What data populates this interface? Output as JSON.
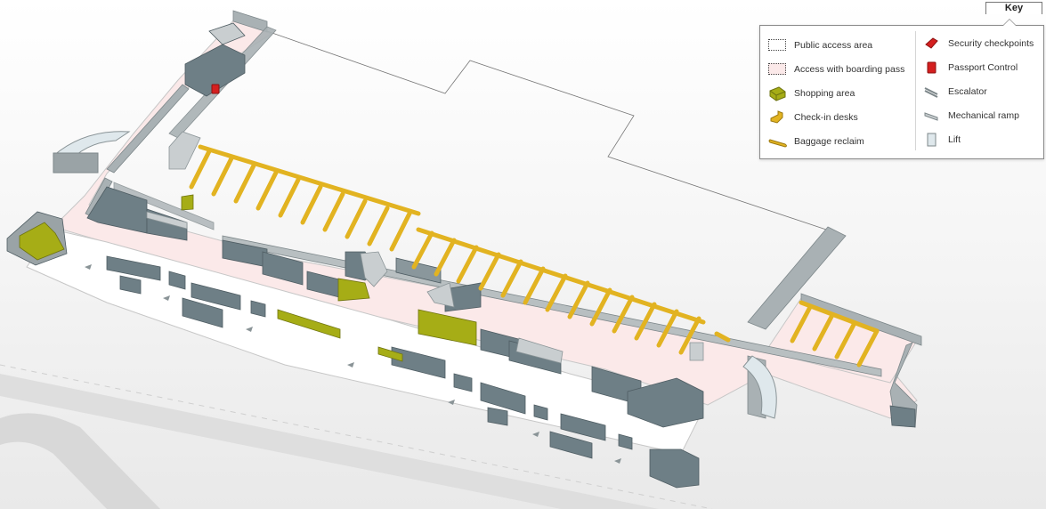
{
  "key_button": {
    "label": "Key"
  },
  "legend": {
    "left": [
      {
        "icon": "public-access-swatch",
        "label": "Public access area"
      },
      {
        "icon": "boarding-pass-swatch",
        "label": "Access with boarding pass"
      },
      {
        "icon": "shopping-area-icon",
        "label": "Shopping area"
      },
      {
        "icon": "check-in-desk-icon",
        "label": "Check-in desks"
      },
      {
        "icon": "baggage-reclaim-icon",
        "label": "Baggage reclaim"
      }
    ],
    "right": [
      {
        "icon": "security-checkpoint-icon",
        "label": "Security checkpoints"
      },
      {
        "icon": "passport-control-icon",
        "label": "Passport Control"
      },
      {
        "icon": "escalator-icon",
        "label": "Escalator"
      },
      {
        "icon": "mechanical-ramp-icon",
        "label": "Mechanical ramp"
      },
      {
        "icon": "lift-icon",
        "label": "Lift"
      }
    ]
  },
  "colors": {
    "public_area": "#ffffff",
    "boarding_area": "#fbe9e9",
    "building": "#6e7f86",
    "building_light": "#c9ced0",
    "shopping": "#a6ad16",
    "baggage": "#e2b321",
    "security": "#d41f1f",
    "wall": "#9aa3a6"
  }
}
